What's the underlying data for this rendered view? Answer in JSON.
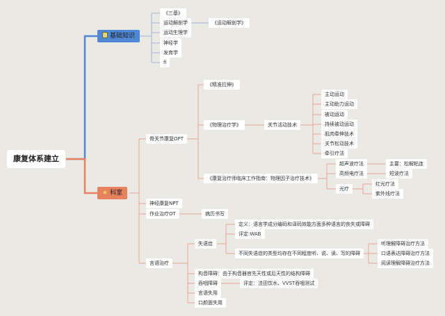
{
  "root": "康复体系建立",
  "colors": {
    "basic": "#4f87d6",
    "dept": "#e8825e",
    "basic_line": "#9db5df",
    "dept_line": "#eaa590"
  },
  "basic": {
    "label": "基础知识",
    "icon": "notebook-icon",
    "items": [
      "《三基》",
      "运动解剖学",
      "运动生理学",
      "神经学",
      "发育学",
      "fi"
    ],
    "anatomy_child": "《运动解剖学》"
  },
  "dept": {
    "label": "科室",
    "icon": "star-icon",
    "opt": {
      "label": "骨关节康复OPT",
      "books": [
        "《精准拉伸》",
        "《物理治疗学》",
        "《康复治疗师临床工作指南：物理因子治疗技术》"
      ],
      "joint": "关节活动技术",
      "joint_items": [
        "主动运动",
        "主动助力运动",
        "被动运动",
        "持续被动运动",
        "肌肉牵伸技术",
        "关节松动技术",
        "牵引疗法"
      ],
      "physical": [
        "超声波疗法",
        "高频电疗法",
        "光疗"
      ],
      "ultrasound_child": "主要：松解粘连",
      "hf_child": "短波疗法",
      "light_children": [
        "红光疗法",
        "紫外线疗法"
      ]
    },
    "npt": "神经康复NPT",
    "ot": "作业治疗OT",
    "ot_child": "病历书写",
    "speech": {
      "label": "言语治疗",
      "aphasia": "失语症",
      "aphasia_items": [
        "定义：语言学成分编码和译码效能方面多种语言的丧失或障碍",
        "评定:WAB",
        "不同失语症的类型均存在不同程度听、说、读、写的障碍"
      ],
      "methods": [
        "听理解障碍治疗方法",
        "口语表达障碍治疗方法",
        "阅读理解障碍治疗方法"
      ],
      "others": [
        "构音障碍：由于构音器官先天性或后天性的结构障碍",
        "吞咽障碍",
        "言语失用",
        "口颜面失用"
      ],
      "swallow_child": "评定：洼田饮水、VVST吞咽测试"
    }
  }
}
